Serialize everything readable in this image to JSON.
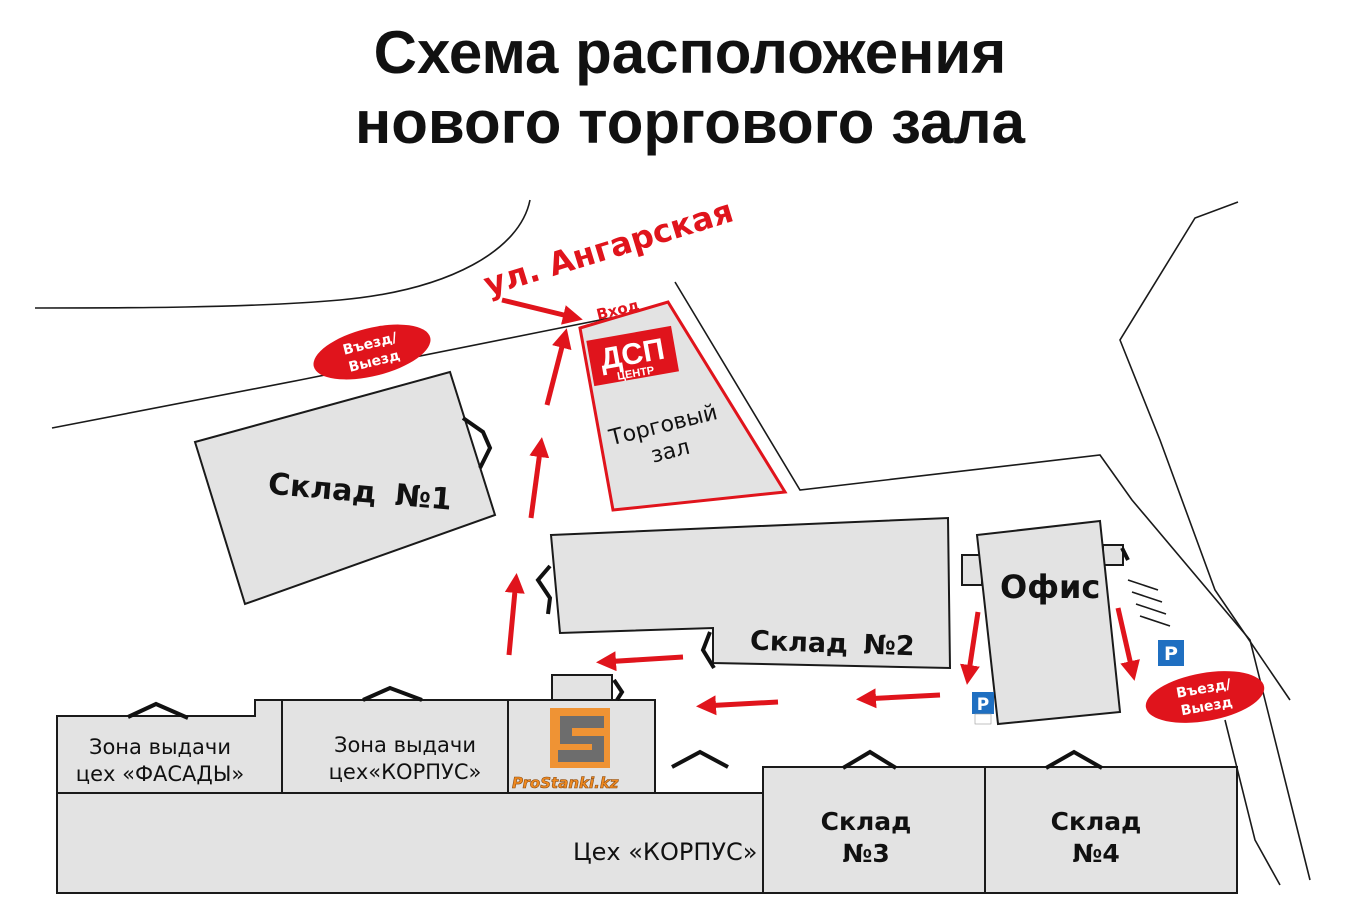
{
  "title": {
    "line1": "Схема расположения",
    "line2": "нового торгового зала"
  },
  "street": "ул. Ангарская",
  "entrance": "Вход",
  "entry_exit": {
    "left": {
      "line1": "Въезд/",
      "line2": "Выезд"
    },
    "right": {
      "line1": "Въезд/",
      "line2": "Выезд"
    }
  },
  "logo_dsp": {
    "top": "ДСП",
    "bottom": "ЦЕНТР"
  },
  "showroom": {
    "line1": "Торговый",
    "line2": "зал"
  },
  "buildings": {
    "sklad1": {
      "name": "Склад",
      "num": "№1"
    },
    "sklad2": {
      "name": "Склад",
      "num": "№2"
    },
    "office": "Офис",
    "zone_fasady": {
      "line1": "Зона выдачи",
      "line2": "цех «ФАСАДЫ»"
    },
    "zone_korpus": {
      "line1": "Зона выдачи",
      "line2": "цех«КОРПУС»"
    },
    "ceh_korpus": "Цех «КОРПУС»",
    "sklad3": {
      "name": "Склад",
      "num": "№3"
    },
    "sklad4": {
      "name": "Склад",
      "num": "№4"
    }
  },
  "parking_sign": "P",
  "watermark": "ProStanki.kz",
  "colors": {
    "route": "#e0141c",
    "building": "#e3e3e3",
    "parking": "#1f6fc1"
  }
}
